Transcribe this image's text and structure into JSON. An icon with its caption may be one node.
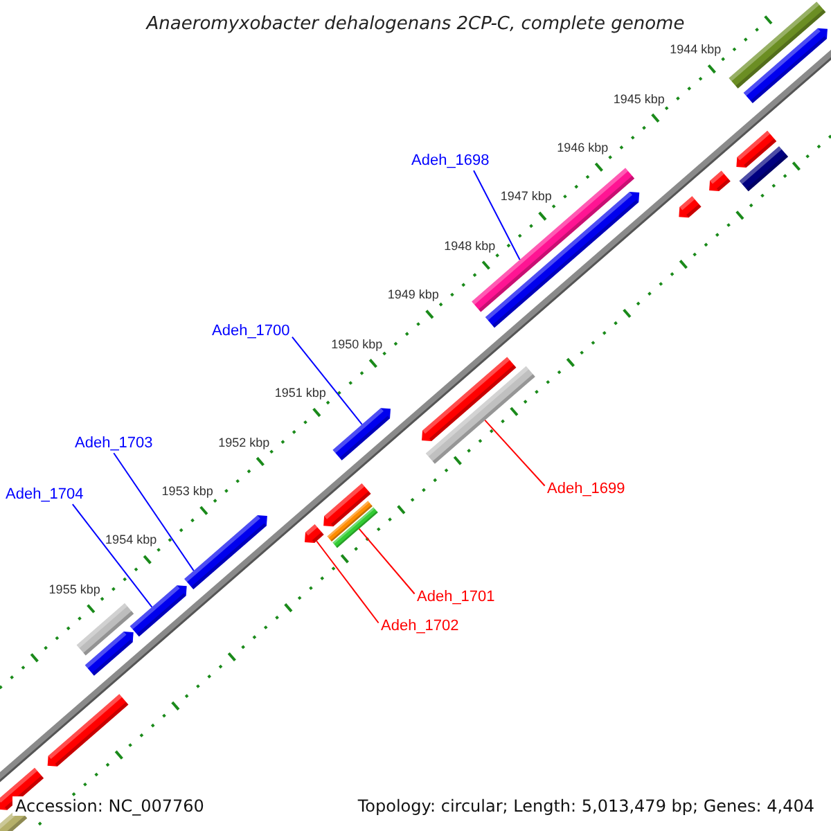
{
  "diagram": {
    "title": "Anaeromyxobacter dehalogenans 2CP-C, complete genome",
    "nodes": [
      {
        "text": [
          "Adeh_1698"
        ]
      },
      {
        "text": [],
        "shape": "bar"
      },
      {
        "text": [
          "Adeh_1700"
        ]
      },
      {
        "text": [],
        "shape": "arrow"
      },
      {
        "text": [
          "Adeh_1703"
        ]
      },
      {
        "text": [],
        "shape": "arrow"
      },
      {
        "text": [
          "Adeh_1704"
        ]
      },
      {
        "text": [],
        "shape": "arrow"
      },
      {
        "text": [
          "Adeh_1699"
        ]
      },
      {
        "text": [],
        "shape": "bar"
      },
      {
        "text": [
          "Adeh_1701"
        ]
      },
      {
        "text": [],
        "shape": "bar"
      },
      {
        "text": [
          "Adeh_1702"
        ]
      },
      {
        "text": [],
        "shape": "arrow"
      },
      {
        "text": [],
        "shape": "bar"
      },
      {
        "text": [],
        "shape": "arrow"
      },
      {
        "text": [],
        "shape": "arrow"
      },
      {
        "text": [],
        "shape": "bar"
      },
      {
        "text": [],
        "shape": "arrow"
      },
      {
        "text": [],
        "shape": "arrow"
      },
      {
        "text": [],
        "shape": "arrow"
      },
      {
        "text": [],
        "shape": "arrow"
      },
      {
        "text": [],
        "shape": "arrow"
      },
      {
        "text": [],
        "shape": "bar"
      },
      {
        "text": [],
        "shape": "arrow"
      },
      {
        "text": [],
        "shape": "bar"
      },
      {
        "text": [],
        "shape": "arrow"
      },
      {
        "text": [],
        "shape": "arrow"
      },
      {
        "text": [],
        "shape": "bar"
      }
    ],
    "edges": [
      {
        "from": 0,
        "to": 1,
        "arrow": "none"
      },
      {
        "from": 2,
        "to": 3,
        "arrow": "none"
      },
      {
        "from": 4,
        "to": 5,
        "arrow": "none"
      },
      {
        "from": 6,
        "to": 7,
        "arrow": "none"
      },
      {
        "from": 8,
        "to": 9,
        "arrow": "none",
        "color": "#ff0000"
      },
      {
        "from": 10,
        "to": 11,
        "arrow": "none",
        "color": "#ff0000"
      },
      {
        "from": 12,
        "to": 13,
        "arrow": "none",
        "color": "#ff0000"
      }
    ],
    "labels": [
      "1944 kbp",
      "1945 kbp",
      "1946 kbp",
      "1947 kbp",
      "1948 kbp",
      "1949 kbp",
      "1950 kbp",
      "1951 kbp",
      "1952 kbp",
      "1953 kbp",
      "1954 kbp",
      "1955 kbp",
      "Accession: NC_007760",
      "Topology: circular; Length: 5,013,479 bp; Genes: 4,404"
    ]
  }
}
